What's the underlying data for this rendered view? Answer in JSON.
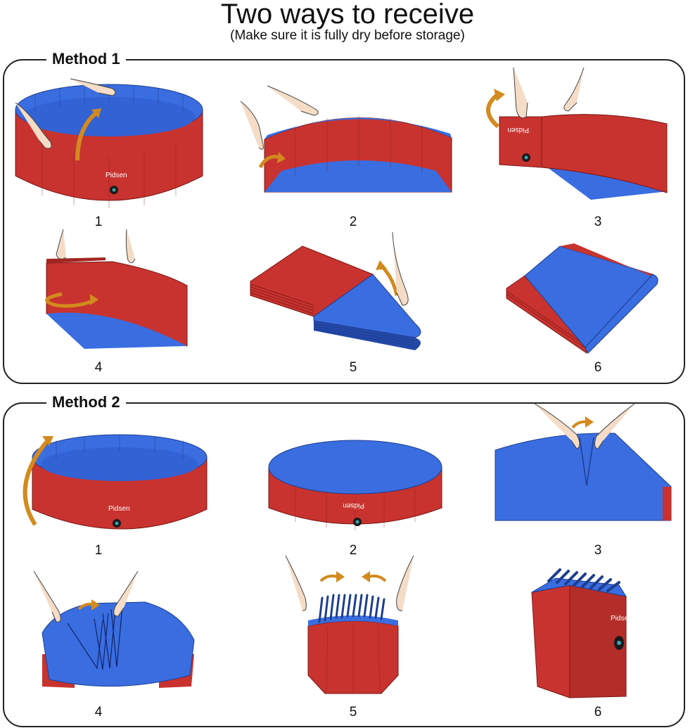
{
  "header": {
    "title": "Two ways to receive",
    "subtitle": "(Make sure it is fully dry before storage)"
  },
  "brand": "Pidsen",
  "colors": {
    "red": "#c8332f",
    "dark_red": "#a32521",
    "blue": "#3a6de0",
    "dark_blue": "#2348a8",
    "arrow": "#d38a1e",
    "skin": "#f4dcc6"
  },
  "methods": [
    {
      "label": "Method 1",
      "steps": [
        "1",
        "2",
        "3",
        "4",
        "5",
        "6"
      ]
    },
    {
      "label": "Method 2",
      "steps": [
        "1",
        "2",
        "3",
        "4",
        "5",
        "6"
      ]
    }
  ]
}
